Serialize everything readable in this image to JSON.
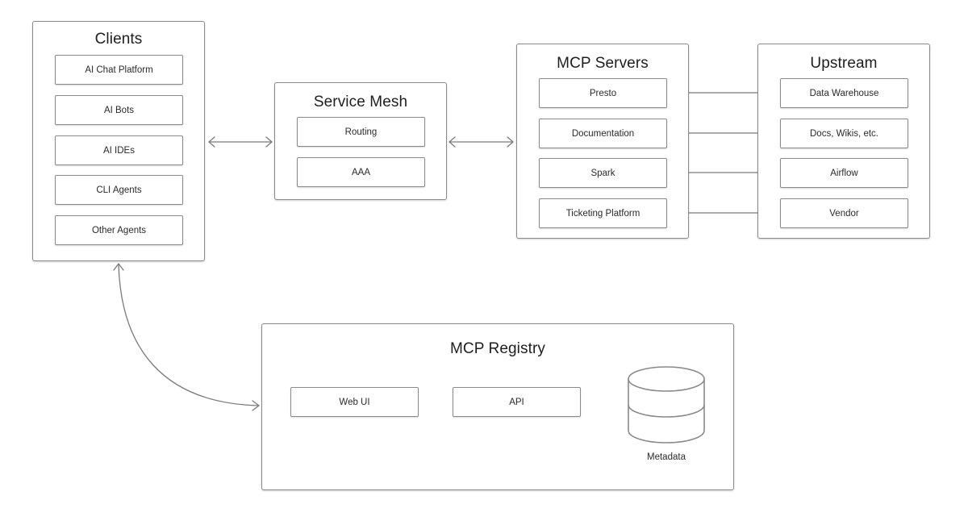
{
  "clients": {
    "title": "Clients",
    "items": [
      "AI Chat Platform",
      "AI Bots",
      "AI IDEs",
      "CLI Agents",
      "Other Agents"
    ]
  },
  "service_mesh": {
    "title": "Service Mesh",
    "items": [
      "Routing",
      "AAA"
    ]
  },
  "mcp_servers": {
    "title": "MCP Servers",
    "items": [
      "Presto",
      "Documentation",
      "Spark",
      "Ticketing Platform"
    ]
  },
  "upstream": {
    "title": "Upstream",
    "items": [
      "Data Warehouse",
      "Docs, Wikis, etc.",
      "Airflow",
      "Vendor"
    ]
  },
  "registry": {
    "title": "MCP Registry",
    "items": [
      "Web UI",
      "API"
    ],
    "database_label": "Metadata",
    "database_icon": "database-icon"
  },
  "colors": {
    "border": "#8a8a8a",
    "connector": "#7a7a7a",
    "text": "#222222",
    "background": "#ffffff"
  }
}
